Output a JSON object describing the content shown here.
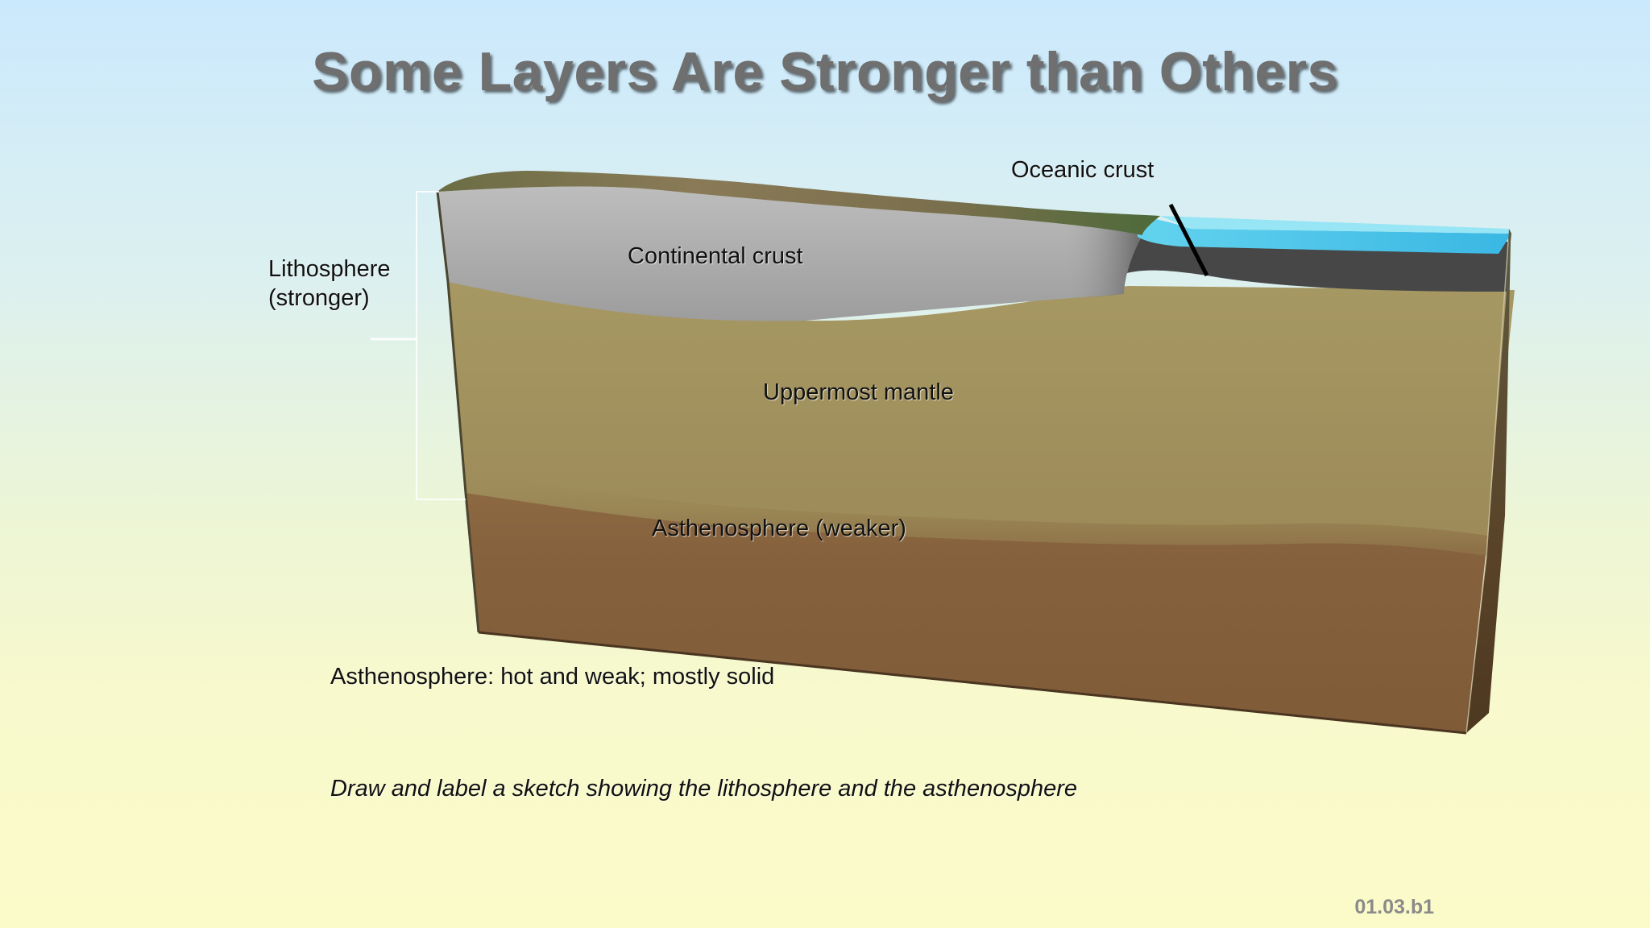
{
  "title": "Some Layers Are Stronger than Others",
  "labels": {
    "lithosphere_line1": "Lithosphere",
    "lithosphere_line2": "(stronger)",
    "oceanic_crust": "Oceanic crust",
    "continental_crust": "Continental crust",
    "uppermost_mantle": "Uppermost mantle",
    "asthenosphere": "Asthenosphere (weaker)"
  },
  "notes": {
    "definition": "Asthenosphere: hot and weak; mostly solid",
    "instruction": "Draw and label a sketch showing the lithosphere and the asthenosphere"
  },
  "slide_code": "01.03.b1",
  "colors": {
    "title": "#6f6f6f",
    "continental_crust": "#a9a9a9",
    "uppermost_mantle": "#a0925c",
    "asthenosphere": "#84603c",
    "ocean": "#4cc3e6",
    "oceanic_crust": "#4a4a4a",
    "land_surface": "#6e6a45"
  }
}
